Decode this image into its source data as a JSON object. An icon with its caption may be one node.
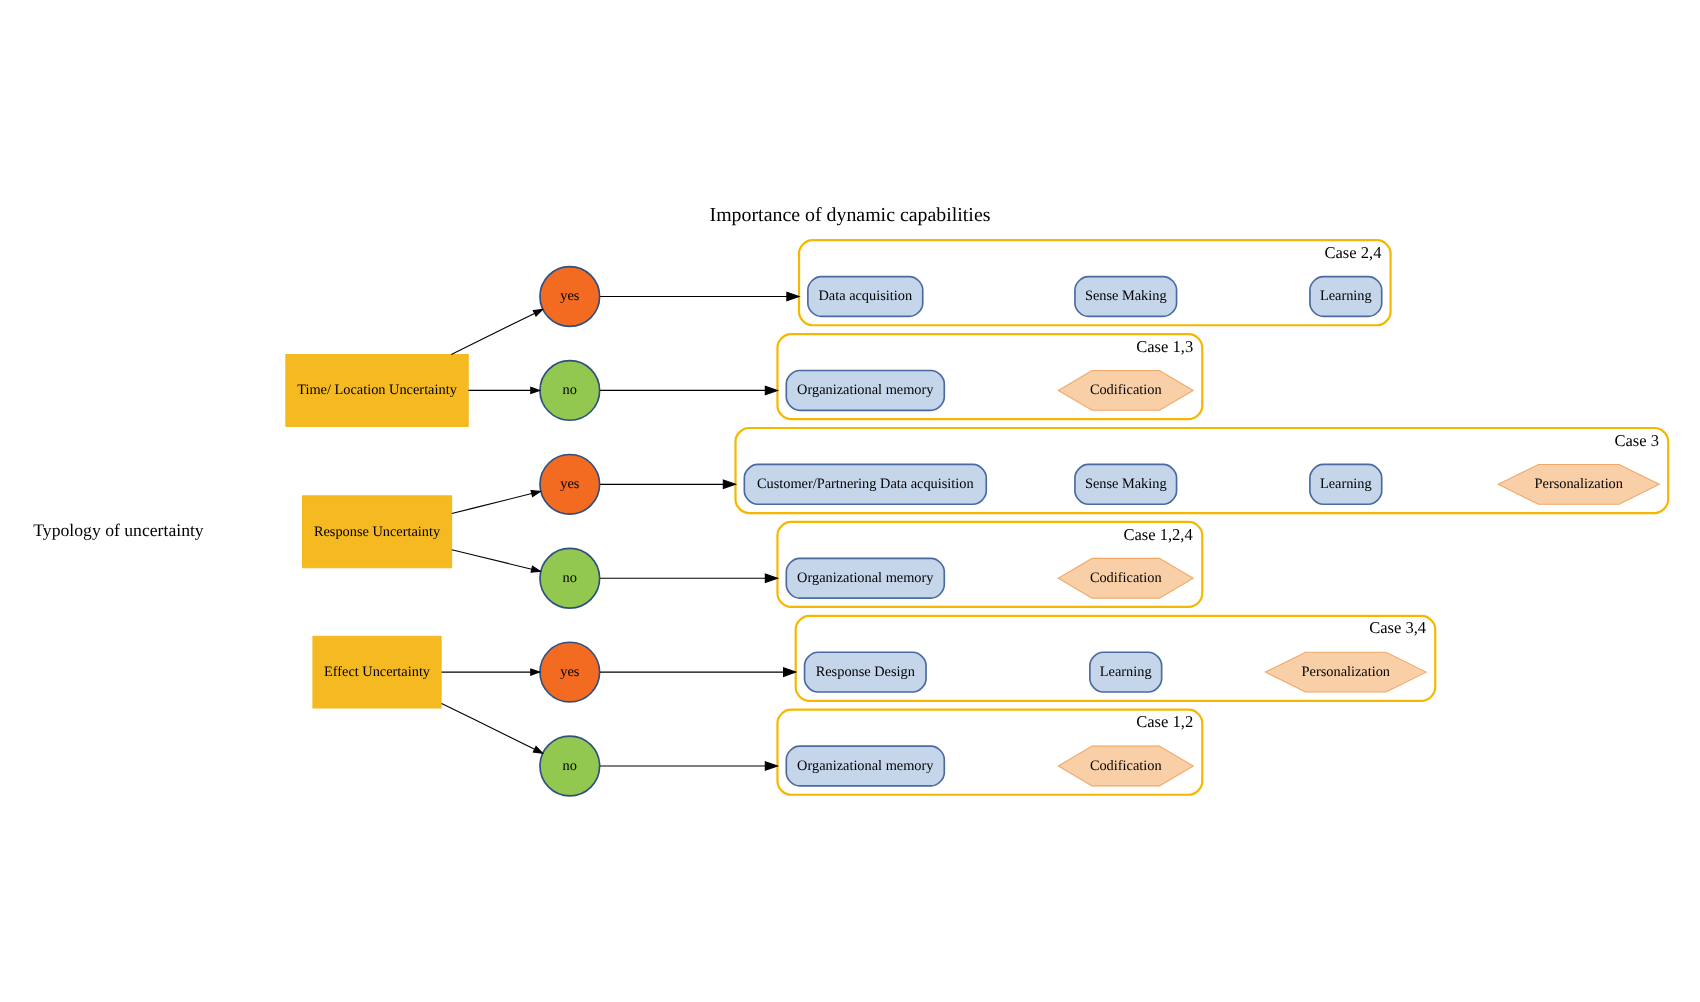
{
  "diagram": {
    "title": "Importance of dynamic capabilities",
    "nodes": [
      {
        "text": [
          "Time/ Location Uncertainty"
        ]
      },
      {
        "text": [
          "yes"
        ]
      },
      {
        "text": [
          "no"
        ]
      },
      {
        "text": [
          "Case 2,4"
        ]
      },
      {
        "text": [
          "Data acquisition"
        ],
        "in": 3
      },
      {
        "text": [
          "Sense Making"
        ],
        "in": 3
      },
      {
        "text": [
          "Learning"
        ],
        "in": 3
      },
      {
        "text": [
          "Case 1,3"
        ]
      },
      {
        "text": [
          "Organizational memory"
        ],
        "in": 7
      },
      {
        "text": [
          "Codification"
        ],
        "in": 7
      },
      {
        "text": [
          "Response Uncertainty"
        ]
      },
      {
        "text": [
          "yes"
        ]
      },
      {
        "text": [
          "no"
        ]
      },
      {
        "text": [
          "Case 3"
        ]
      },
      {
        "text": [
          "Customer/Partnering Data acquisition"
        ],
        "in": 13
      },
      {
        "text": [
          "Sense Making"
        ],
        "in": 13
      },
      {
        "text": [
          "Learning"
        ],
        "in": 13
      },
      {
        "text": [
          "Personalization"
        ],
        "in": 13
      },
      {
        "text": [
          "Case 1,2,4"
        ]
      },
      {
        "text": [
          "Organizational memory"
        ],
        "in": 18
      },
      {
        "text": [
          "Codification"
        ],
        "in": 18
      },
      {
        "text": [
          "Effect Uncertainty"
        ]
      },
      {
        "text": [
          "yes"
        ]
      },
      {
        "text": [
          "no"
        ]
      },
      {
        "text": [
          "Case 3,4"
        ]
      },
      {
        "text": [
          "Response Design"
        ],
        "in": 24
      },
      {
        "text": [
          "Learning"
        ],
        "in": 24
      },
      {
        "text": [
          "Personalization"
        ],
        "in": 24
      },
      {
        "text": [
          "Case 1,2"
        ]
      },
      {
        "text": [
          "Organizational memory"
        ],
        "in": 28
      },
      {
        "text": [
          "Codification"
        ],
        "in": 28
      }
    ],
    "edges": [
      {
        "from": 0,
        "to": 1,
        "arrow": "to"
      },
      {
        "from": 0,
        "to": 2,
        "arrow": "to"
      },
      {
        "from": 1,
        "to": 3,
        "arrow": "to"
      },
      {
        "from": 2,
        "to": 7,
        "arrow": "to"
      },
      {
        "from": 10,
        "to": 11,
        "arrow": "to"
      },
      {
        "from": 10,
        "to": 12,
        "arrow": "to"
      },
      {
        "from": 11,
        "to": 13,
        "arrow": "to"
      },
      {
        "from": 12,
        "to": 18,
        "arrow": "to"
      },
      {
        "from": 21,
        "to": 22,
        "arrow": "to"
      },
      {
        "from": 21,
        "to": 23,
        "arrow": "to"
      },
      {
        "from": 22,
        "to": 24,
        "arrow": "to"
      },
      {
        "from": 23,
        "to": 28,
        "arrow": "to"
      }
    ],
    "labels": [
      "Typology of uncertainty"
    ]
  }
}
